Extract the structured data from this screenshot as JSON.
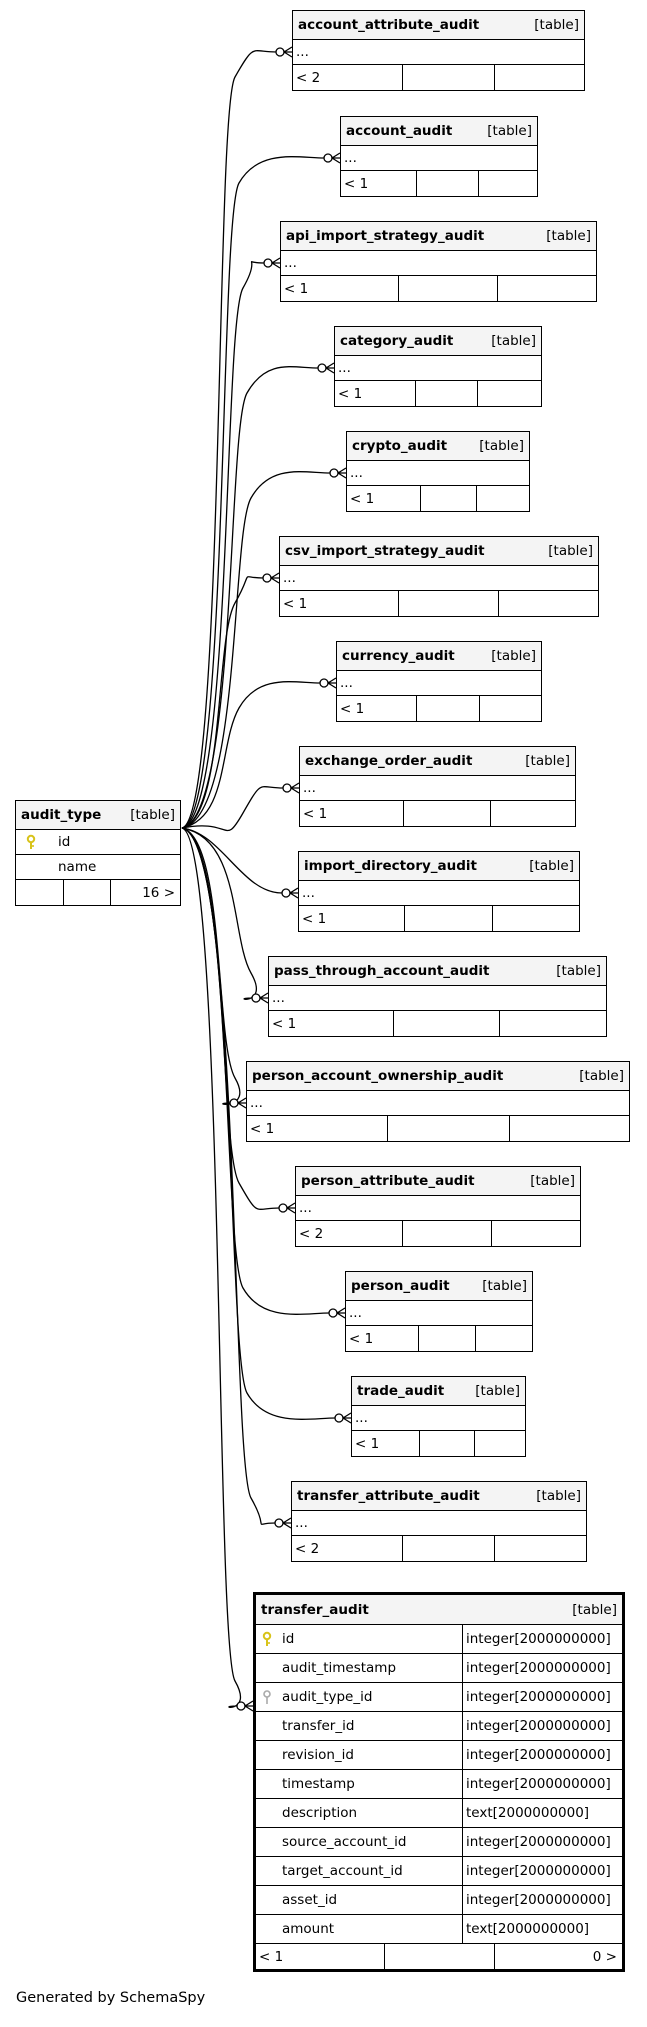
{
  "edge_color": "#000000",
  "pk_icon_color": "#d8c31a",
  "fk_icon_color": "#aaaaaa",
  "header_bg": "#f4f4f4",
  "audit_type": {
    "name": "audit_type",
    "kind": "[table]",
    "columns": [
      {
        "name": "id",
        "key": "primary-key-icon"
      },
      {
        "name": "name",
        "key": ""
      }
    ],
    "footer": {
      "left": "",
      "mid": "",
      "right": "16 >"
    }
  },
  "audit_tables": [
    {
      "name": "account_attribute_audit",
      "kind": "[table]",
      "ellipsis": "...",
      "footer_left": "< 2"
    },
    {
      "name": "account_audit",
      "kind": "[table]",
      "ellipsis": "...",
      "footer_left": "< 1"
    },
    {
      "name": "api_import_strategy_audit",
      "kind": "[table]",
      "ellipsis": "...",
      "footer_left": "< 1"
    },
    {
      "name": "category_audit",
      "kind": "[table]",
      "ellipsis": "...",
      "footer_left": "< 1"
    },
    {
      "name": "crypto_audit",
      "kind": "[table]",
      "ellipsis": "...",
      "footer_left": "< 1"
    },
    {
      "name": "csv_import_strategy_audit",
      "kind": "[table]",
      "ellipsis": "...",
      "footer_left": "< 1"
    },
    {
      "name": "currency_audit",
      "kind": "[table]",
      "ellipsis": "...",
      "footer_left": "< 1"
    },
    {
      "name": "exchange_order_audit",
      "kind": "[table]",
      "ellipsis": "...",
      "footer_left": "< 1"
    },
    {
      "name": "import_directory_audit",
      "kind": "[table]",
      "ellipsis": "...",
      "footer_left": "< 1"
    },
    {
      "name": "pass_through_account_audit",
      "kind": "[table]",
      "ellipsis": "...",
      "footer_left": "< 1"
    },
    {
      "name": "person_account_ownership_audit",
      "kind": "[table]",
      "ellipsis": "...",
      "footer_left": "< 1"
    },
    {
      "name": "person_attribute_audit",
      "kind": "[table]",
      "ellipsis": "...",
      "footer_left": "< 2"
    },
    {
      "name": "person_audit",
      "kind": "[table]",
      "ellipsis": "...",
      "footer_left": "< 1"
    },
    {
      "name": "trade_audit",
      "kind": "[table]",
      "ellipsis": "...",
      "footer_left": "< 1"
    },
    {
      "name": "transfer_attribute_audit",
      "kind": "[table]",
      "ellipsis": "...",
      "footer_left": "< 2"
    }
  ],
  "transfer_audit": {
    "name": "transfer_audit",
    "kind": "[table]",
    "columns": [
      {
        "name": "id",
        "type": "integer[2000000000]",
        "key": "primary-key-icon"
      },
      {
        "name": "audit_timestamp",
        "type": "integer[2000000000]",
        "key": ""
      },
      {
        "name": "audit_type_id",
        "type": "integer[2000000000]",
        "key": "foreign-key-icon"
      },
      {
        "name": "transfer_id",
        "type": "integer[2000000000]",
        "key": ""
      },
      {
        "name": "revision_id",
        "type": "integer[2000000000]",
        "key": ""
      },
      {
        "name": "timestamp",
        "type": "integer[2000000000]",
        "key": ""
      },
      {
        "name": "description",
        "type": "text[2000000000]",
        "key": ""
      },
      {
        "name": "source_account_id",
        "type": "integer[2000000000]",
        "key": ""
      },
      {
        "name": "target_account_id",
        "type": "integer[2000000000]",
        "key": ""
      },
      {
        "name": "asset_id",
        "type": "integer[2000000000]",
        "key": ""
      },
      {
        "name": "amount",
        "type": "text[2000000000]",
        "key": ""
      }
    ],
    "footer": {
      "left": "< 1",
      "mid": "",
      "right": "0 >"
    }
  },
  "credit": "Generated by SchemaSpy"
}
